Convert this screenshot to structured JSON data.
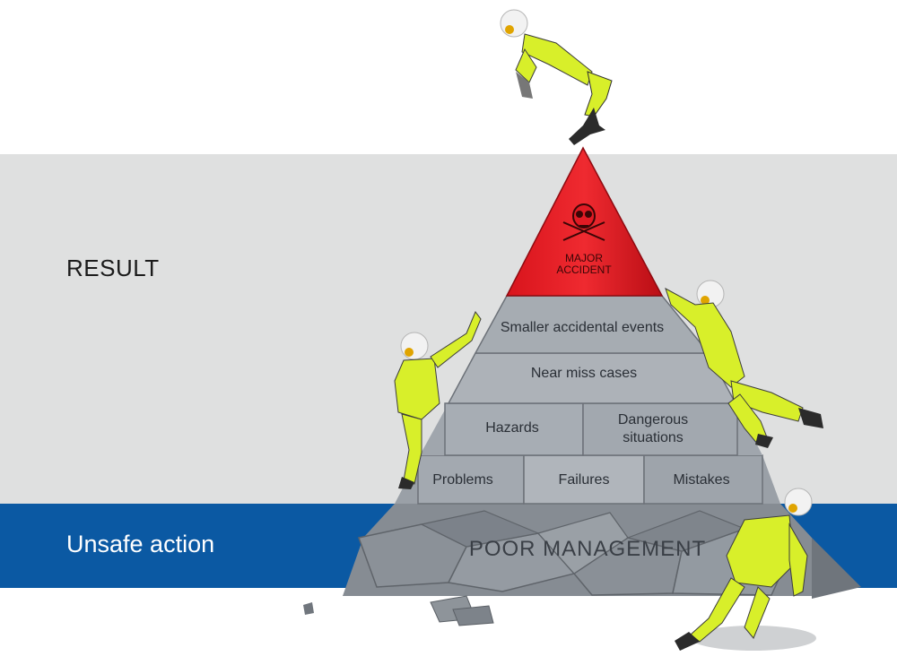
{
  "bands": {
    "result_label": "RESULT",
    "unsafe_label": "Unsafe action",
    "gray_color": "#dfe0e0",
    "blue_color": "#0b59a3"
  },
  "pyramid": {
    "apex_line1": "MAJOR",
    "apex_line2": "ACCIDENT",
    "apex_color": "#e01b24",
    "row_smaller": "Smaller accidental events",
    "row_nearmiss": "Near miss cases",
    "hazards": "Hazards",
    "dangerous_line1": "Dangerous",
    "dangerous_line2": "situations",
    "problems": "Problems",
    "failures": "Failures",
    "mistakes": "Mistakes",
    "base": "POOR MANAGEMENT"
  },
  "figures": [
    "falling-worker-top",
    "climbing-worker-left",
    "climbing-worker-right",
    "sliding-worker-bottom"
  ]
}
